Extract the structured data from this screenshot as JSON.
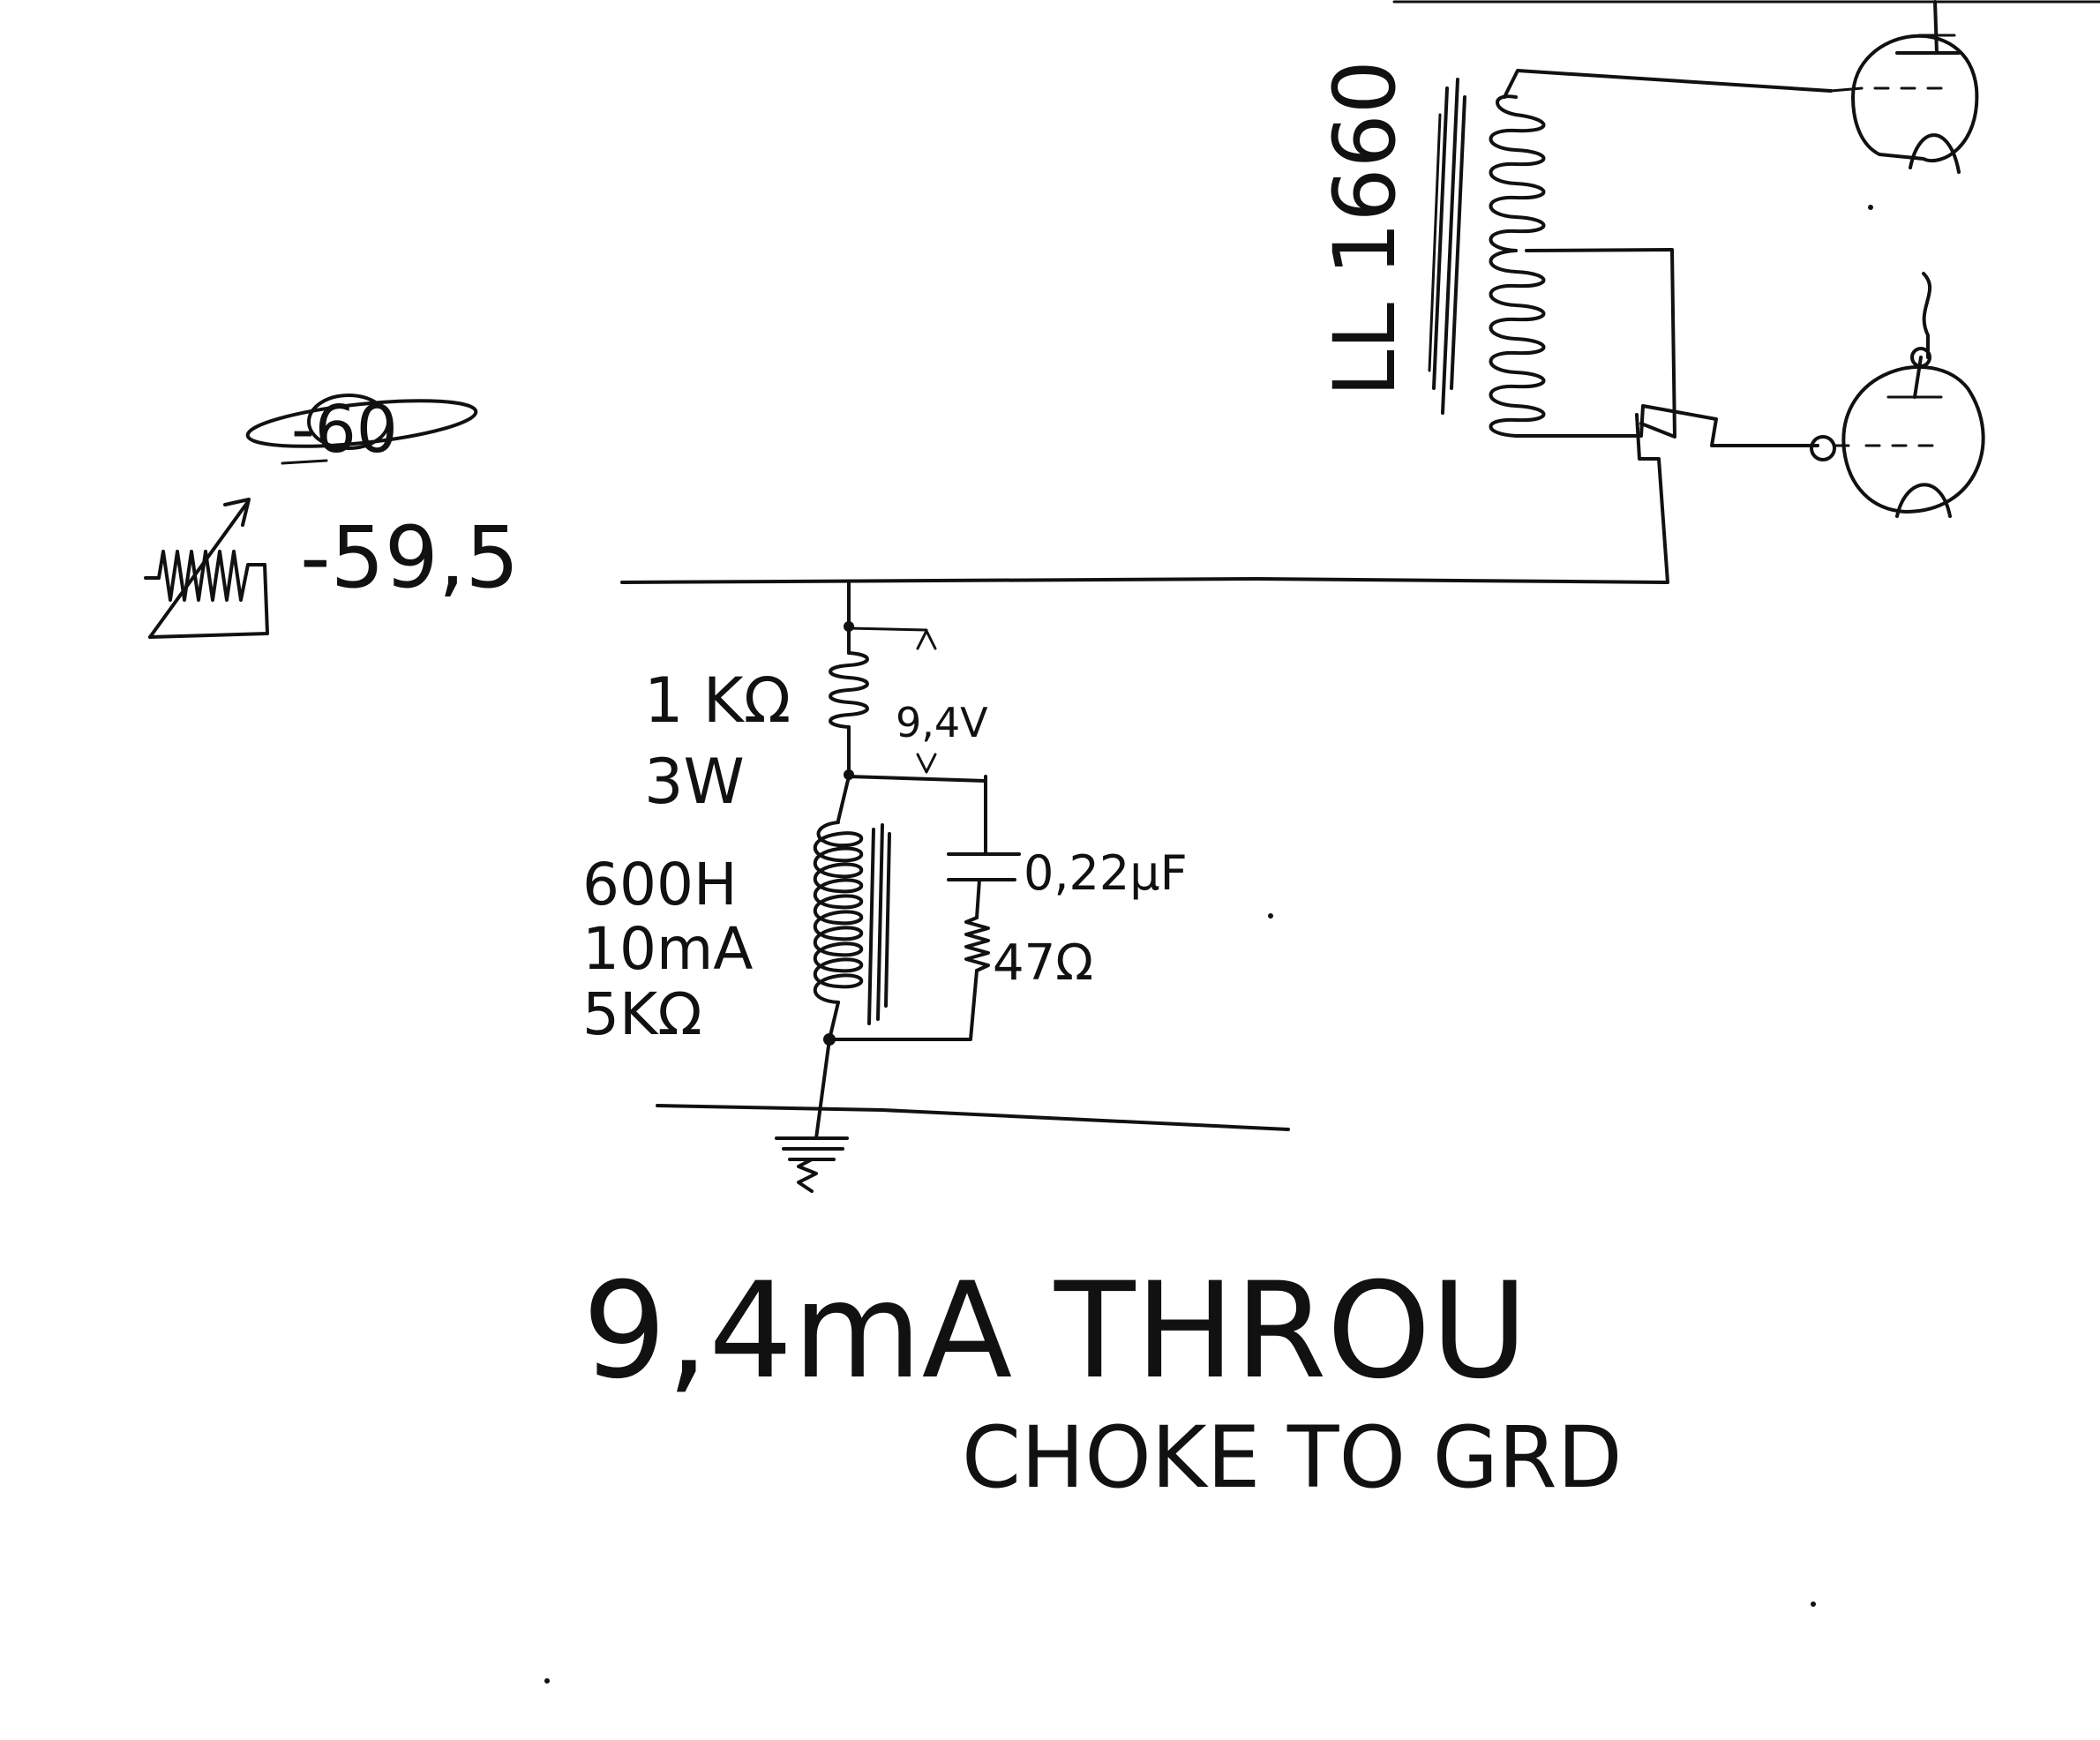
{
  "labels": {
    "crossed_out_value": "-60",
    "bias_voltage": "-59,5",
    "resistor_value": "1 KΩ",
    "resistor_power": "3W",
    "resistor_drop": "9,4V",
    "choke_inductance": "600H",
    "choke_current": "10mA",
    "choke_resistance": "5KΩ",
    "capacitor_value": "0,22µF",
    "snubber_resistor": "47Ω",
    "transformer_model": "LL 1660",
    "note_line1": "9,4mA THROU",
    "note_line2": "CHOKE TO GRD"
  },
  "colors": {
    "ink": "#111111",
    "paper": "#ffffff"
  },
  "icons": {
    "bias_source": "variable-resistor-icon",
    "ground": "ground-icon",
    "tube": "triode-tube-icon",
    "transformer": "interstage-transformer-icon"
  }
}
